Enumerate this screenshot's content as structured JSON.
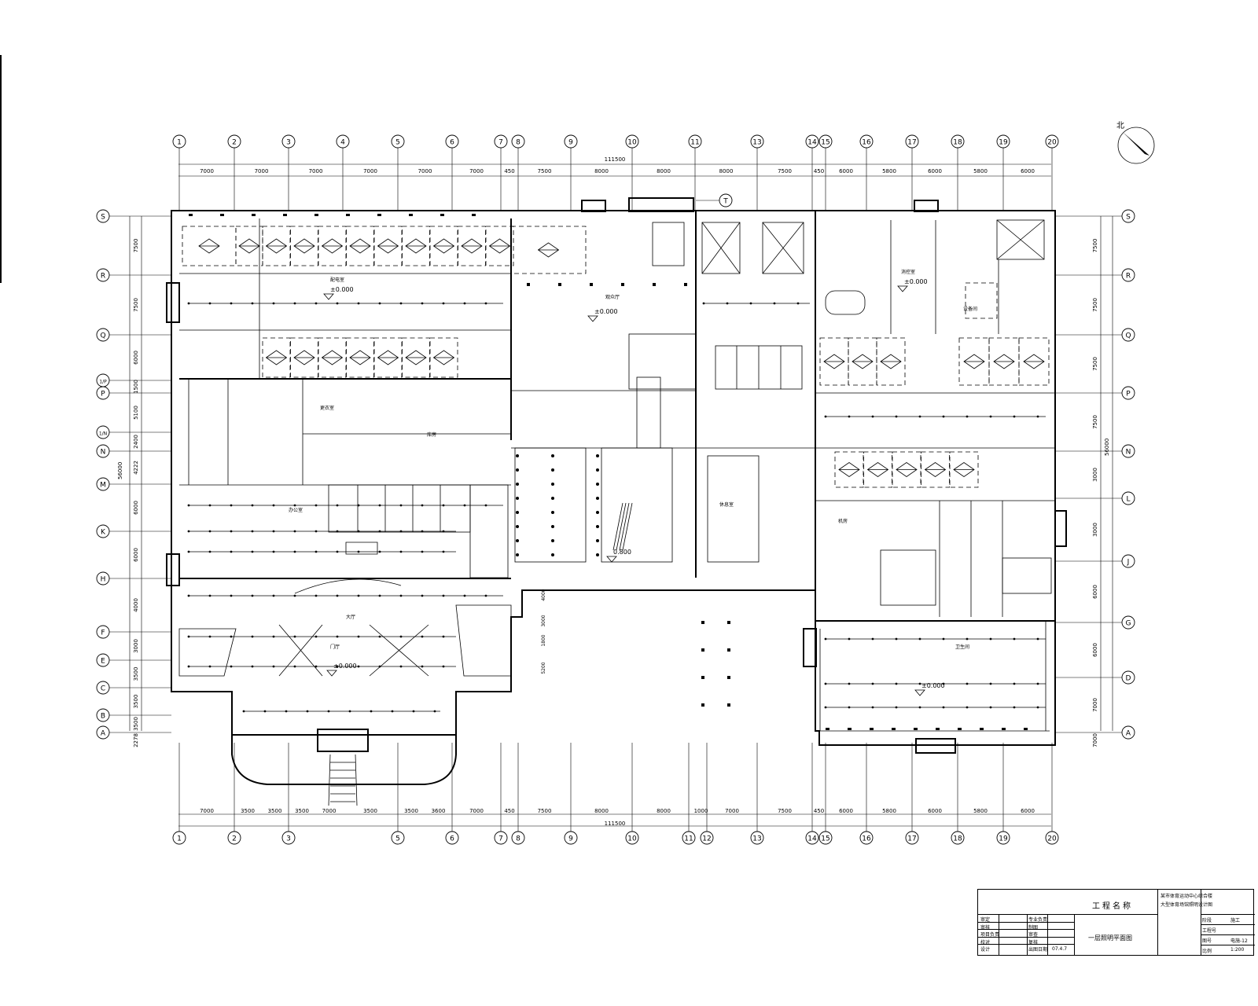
{
  "north_label": "北",
  "overall_dim": "111500",
  "overall_dim_vertical": "56000",
  "top_dims": [
    "7000",
    "7000",
    "7000",
    "7000",
    "7000",
    "7000",
    "450",
    "7500",
    "8000",
    "8000",
    "8000",
    "7500",
    "450",
    "6000",
    "5800",
    "6000",
    "5800",
    "6000"
  ],
  "bottom_dims": [
    "7000",
    "3500",
    "3500",
    "3500",
    "7000",
    "3500",
    "3500",
    "3600",
    "7000",
    "450",
    "7500",
    "8000",
    "8000",
    "1000",
    "7000",
    "7500",
    "450",
    "6000",
    "5800",
    "6000",
    "5800",
    "6000"
  ],
  "left_dims": [
    "7500",
    "7500",
    "6000",
    "1500",
    "5100",
    "2400",
    "4222",
    "6000",
    "6000",
    "4000",
    "3000",
    "3500",
    "3500",
    "3500",
    "2278"
  ],
  "right_dims": [
    "7500",
    "7500",
    "7500",
    "7500",
    "3000",
    "3000",
    "6000",
    "6000",
    "7000",
    "7000"
  ],
  "inner_dims": [
    "4000",
    "3000",
    "1800",
    "5200"
  ],
  "col_axes_top": [
    "1",
    "2",
    "3",
    "4",
    "5",
    "6",
    "7",
    "8",
    "9",
    "10",
    "11",
    "13",
    "14",
    "15",
    "16",
    "17",
    "18",
    "19",
    "20"
  ],
  "col_axes_bottom": [
    "1",
    "2",
    "3",
    "5",
    "6",
    "7",
    "8",
    "9",
    "10",
    "11",
    "12",
    "13",
    "14",
    "15",
    "16",
    "17",
    "18",
    "19",
    "20"
  ],
  "row_axes_left": [
    "S",
    "R",
    "Q",
    "1/P",
    "P",
    "1/N",
    "N",
    "M",
    "K",
    "H",
    "F",
    "E",
    "C",
    "B",
    "A"
  ],
  "row_axes_right": [
    "S",
    "R",
    "Q",
    "P",
    "N",
    "L",
    "J",
    "G",
    "D",
    "A"
  ],
  "axis_t": "T",
  "elevations": [
    "±0.000",
    "±0.000",
    "±0.000",
    "±0.000",
    "±0.000",
    "0.800"
  ],
  "room_labels": [
    "配电室",
    "观众厅",
    "消控室",
    "设备间",
    "办公室",
    "更衣室",
    "库房",
    "大厅",
    "门厅",
    "休息室",
    "卫生间",
    "机房"
  ],
  "title_block": {
    "project_label": "工程名称",
    "project_line1": "某市体育运动中心综合楼",
    "project_line2": "大型体育场馆照明设计图",
    "drawing_title": "一层照明平面图",
    "rows_left": [
      "审定",
      "审核",
      "项目负责",
      "校对",
      "设计"
    ],
    "rows_mid": [
      "专业负责",
      "制图",
      "审查",
      "复核",
      "出图日期"
    ],
    "date_value": "07.4.7",
    "rows_right": [
      "阶段",
      "工程号",
      "图号",
      "比例"
    ],
    "values_right": [
      "施工",
      "",
      "电施-12",
      "1:200"
    ]
  }
}
